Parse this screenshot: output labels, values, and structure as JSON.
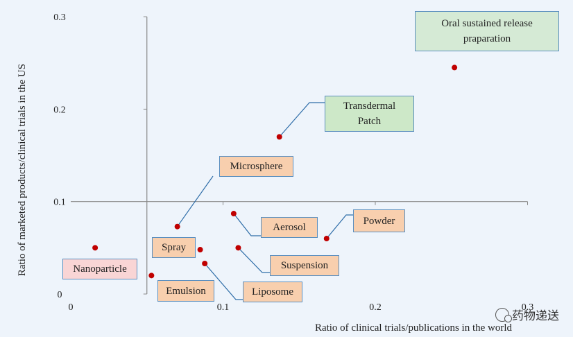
{
  "chart_data": {
    "type": "scatter",
    "title": "",
    "xlabel": "Ratio of clinical trials/publications in the world",
    "ylabel": "Ratio of marketed products/clinical trials in the US",
    "xlim": [
      0,
      0.3
    ],
    "ylim": [
      0,
      0.3
    ],
    "x_ticks": [
      "0",
      "0.1",
      "0.2",
      "0.3"
    ],
    "y_ticks": [
      "0",
      "0.1",
      "0.2",
      "0.3"
    ],
    "cross_axes": {
      "x": 0.05,
      "y": 0.1
    },
    "grid": false,
    "marker_color": "#c00000",
    "points": [
      {
        "name": "Oral sustained release\npraparation",
        "x": 0.252,
        "y": 0.245,
        "fill": "#d5ead5",
        "leader": false
      },
      {
        "name": "Transdermal\nPatch",
        "x": 0.137,
        "y": 0.17,
        "fill": "#cde8c8",
        "leader": true
      },
      {
        "name": "Microsphere",
        "x": 0.07,
        "y": 0.073,
        "fill": "#f8cfae",
        "leader": true
      },
      {
        "name": "Aerosol",
        "x": 0.107,
        "y": 0.087,
        "fill": "#f8cfae",
        "leader": true
      },
      {
        "name": "Powder",
        "x": 0.168,
        "y": 0.06,
        "fill": "#f8cfae",
        "leader": true
      },
      {
        "name": "Nanoparticle",
        "x": 0.016,
        "y": 0.05,
        "fill": "#f9d5d5",
        "leader": false
      },
      {
        "name": "Spray",
        "x": 0.085,
        "y": 0.048,
        "fill": "#f8cfae",
        "leader": false
      },
      {
        "name": "Suspension",
        "x": 0.11,
        "y": 0.05,
        "fill": "#f8cfae",
        "leader": true
      },
      {
        "name": "Liposome",
        "x": 0.088,
        "y": 0.033,
        "fill": "#f8cfae",
        "leader": true
      },
      {
        "name": "Emulsion",
        "x": 0.053,
        "y": 0.02,
        "fill": "#f8cfae",
        "leader": false
      }
    ]
  },
  "watermark": {
    "text": "药物递送",
    "icon": "wechat-icon"
  }
}
